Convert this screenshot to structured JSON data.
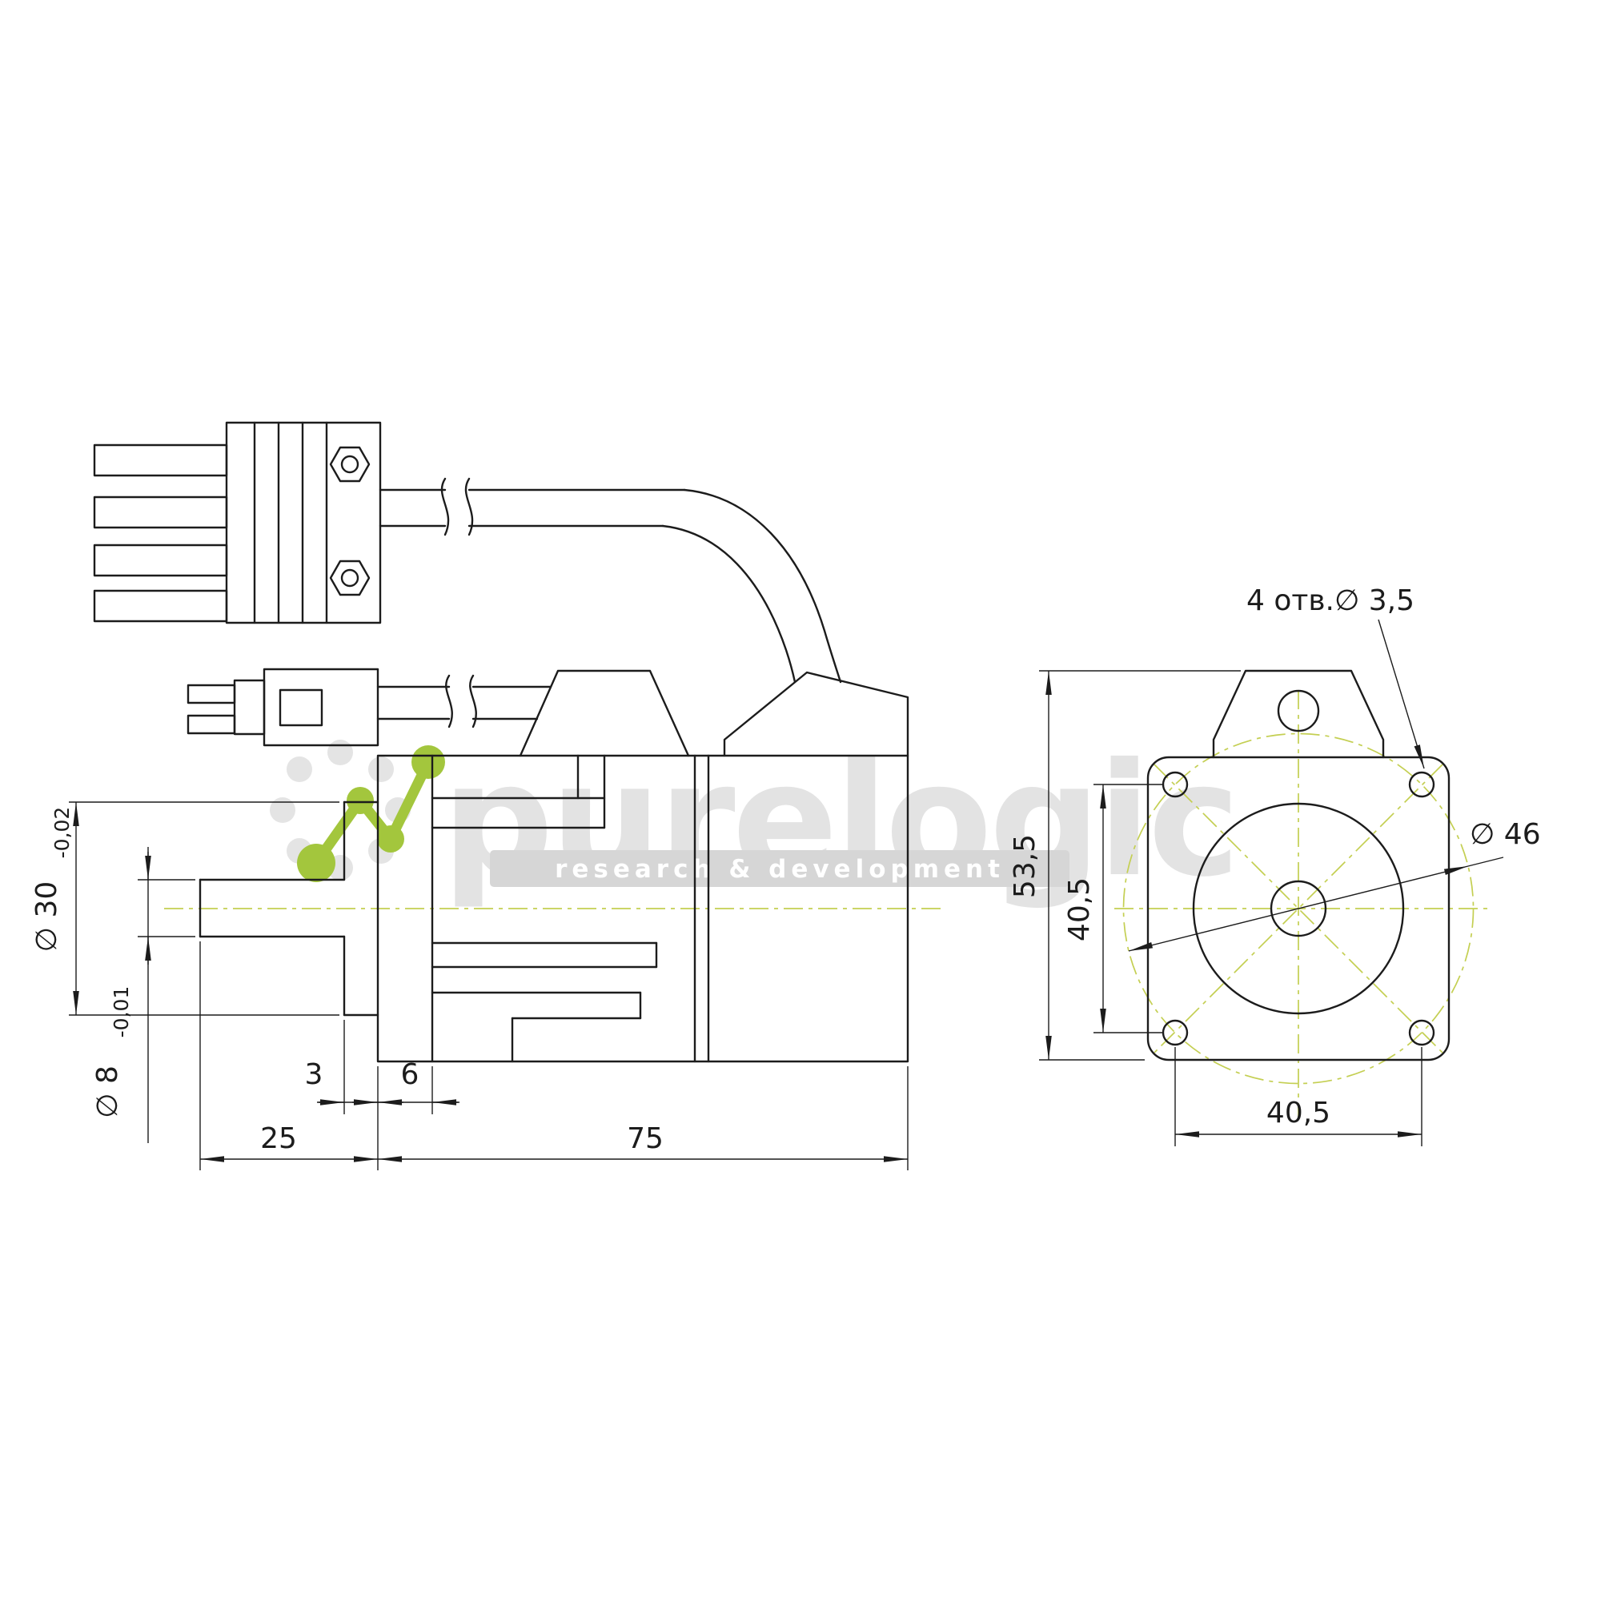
{
  "meta": {
    "title": "Servo motor dimensional drawing, side and front views"
  },
  "colors": {
    "drawing_line": "#1c1c1c",
    "centerline_green": "#c4cf52",
    "logo_green": "#a3c63d",
    "watermark_gray": "#e3e3e3",
    "tagline_bar_gray": "#d6d6d6"
  },
  "watermark": {
    "brand": "purelogic",
    "tagline": "research & development"
  },
  "side_view": {
    "dim_boss_dia": "∅ 30",
    "dim_boss_dia_tol": "-0,02",
    "dim_shaft_dia": "∅ 8",
    "dim_shaft_dia_tol": "-0,01",
    "dim_boss_length": "3",
    "dim_flange_thickness": "6",
    "dim_shaft_length": "25",
    "dim_body_length": "75"
  },
  "front_view": {
    "dim_total_height": "53,5",
    "dim_hole_spacing_vertical": "40,5",
    "dim_hole_spacing_horizontal": "40,5",
    "dim_bolt_circle_dia": "∅ 46",
    "note_holes": "4 отв.∅ 3,5"
  }
}
